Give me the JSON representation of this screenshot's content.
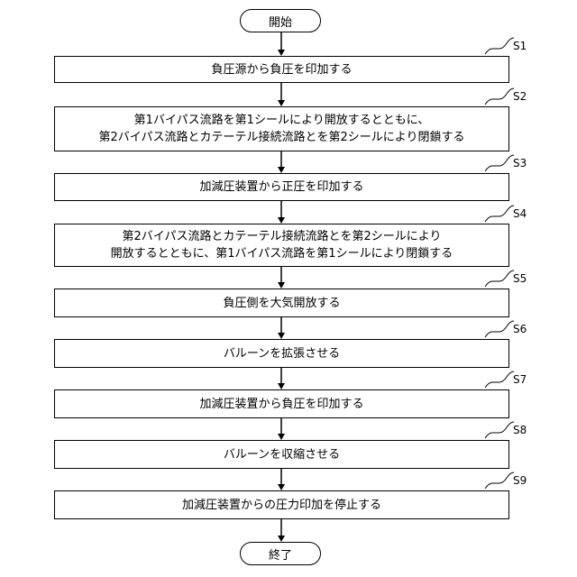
{
  "start_label": "開始",
  "end_label": "終了",
  "steps": [
    {
      "id": "S1",
      "text": "負圧源から負圧を印加する"
    },
    {
      "id": "S2",
      "text": "第1バイパス流路を第1シールにより開放するとともに、\n第2バイパス流路とカテーテル接続流路とを第2シールにより閉鎖する"
    },
    {
      "id": "S3",
      "text": "加減圧装置から正圧を印加する"
    },
    {
      "id": "S4",
      "text": "第2バイパス流路とカテーテル接続流路とを第2シールにより\n開放するとともに、第1バイパス流路を第1シールにより閉鎖する"
    },
    {
      "id": "S5",
      "text": "負圧側を大気開放する"
    },
    {
      "id": "S6",
      "text": "バルーンを拡張させる"
    },
    {
      "id": "S7",
      "text": "加減圧装置から負圧を印加する"
    },
    {
      "id": "S8",
      "text": "バルーンを収縮させる"
    },
    {
      "id": "S9",
      "text": "加減圧装置からの圧力印加を停止する"
    }
  ]
}
